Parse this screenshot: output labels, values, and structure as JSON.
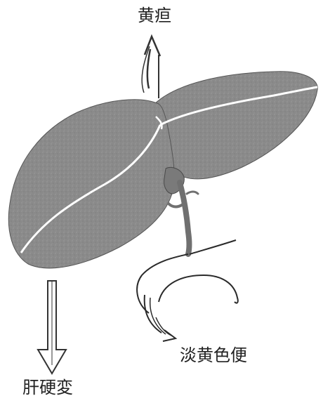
{
  "labels": {
    "jaundice": "黄疸",
    "pale_stool": "淡黄色便",
    "cirrhosis": "肝硬変"
  },
  "colors": {
    "liver": "#8a8a8a",
    "liver_texture": "#9c9c9c",
    "vessel": "#707070",
    "outline": "#2a2a2a",
    "background": "#ffffff"
  },
  "icons": {
    "jaundice_arrow": "up-arrow-icon",
    "stool_arrow": "curved-arrow-icon",
    "cirrhosis_arrow": "down-hollow-arrow-icon"
  }
}
